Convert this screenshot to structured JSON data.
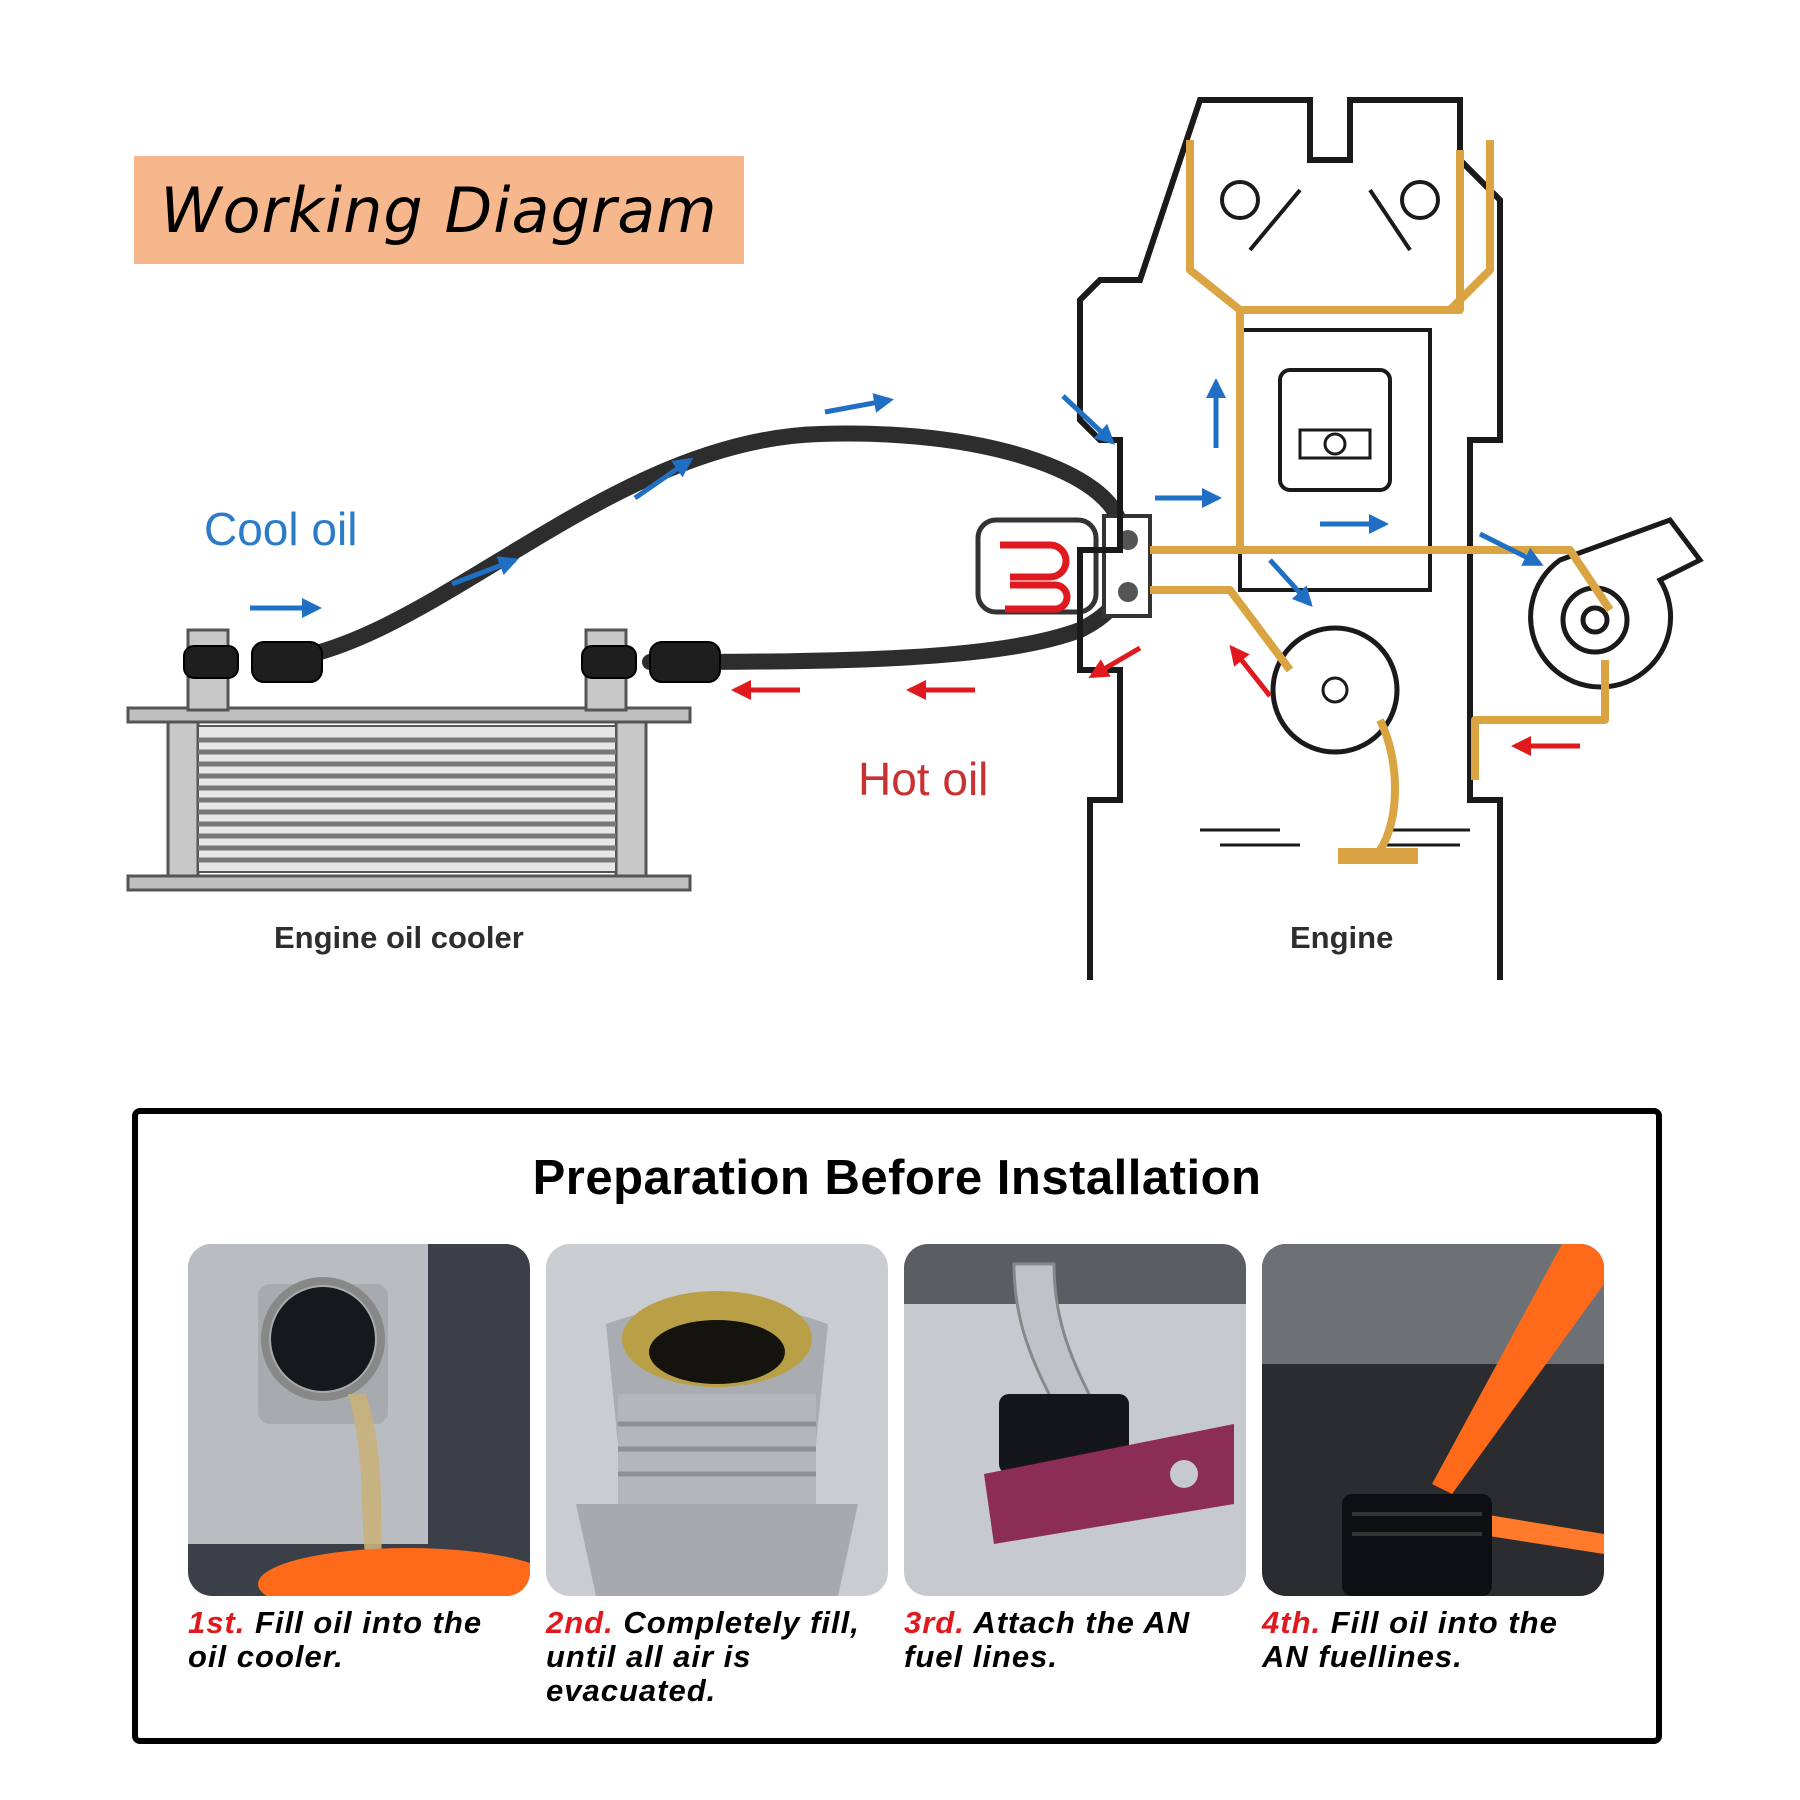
{
  "header": {
    "title": "Working Diagram"
  },
  "diagram": {
    "cool_label": "Cool oil",
    "hot_label": "Hot oil",
    "cooler_label": "Engine oil cooler",
    "engine_label": "Engine",
    "colors": {
      "cool": "#1f6fc4",
      "hot": "#e0191f",
      "oil_path": "#d9a441",
      "hose": "#2d2d2d"
    }
  },
  "preparation": {
    "title": "Preparation Before Installation",
    "steps": [
      {
        "num": "1st.",
        "text": "Fill oil into the oil cooler."
      },
      {
        "num": "2nd.",
        "text": "Completely fill, until all air is evacuated."
      },
      {
        "num": "3rd.",
        "text": "Attach the AN fuel lines."
      },
      {
        "num": "4th.",
        "text": "Fill oil into the AN fuellines."
      }
    ]
  }
}
